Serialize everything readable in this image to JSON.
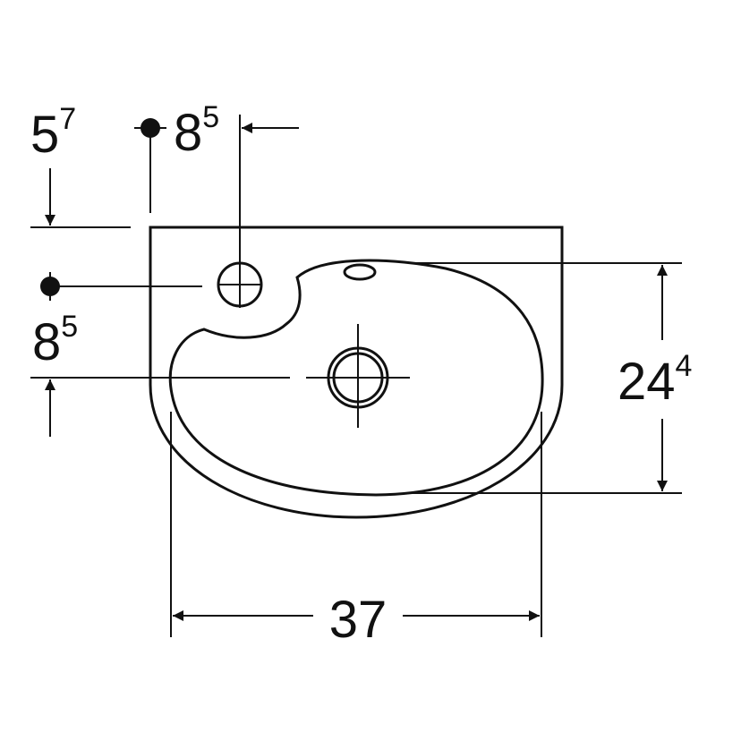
{
  "dimensions": {
    "top_left_offset": {
      "main": "5",
      "sup": "7"
    },
    "tap_hole_offset_x": {
      "main": "8",
      "sup": "5"
    },
    "tap_hole_offset_y": {
      "main": "8",
      "sup": "5"
    },
    "basin_depth": {
      "main": "24",
      "sup": "4"
    },
    "basin_width": {
      "main": "37",
      "sup": ""
    }
  },
  "colors": {
    "line": "#111111",
    "background": "#ffffff"
  }
}
